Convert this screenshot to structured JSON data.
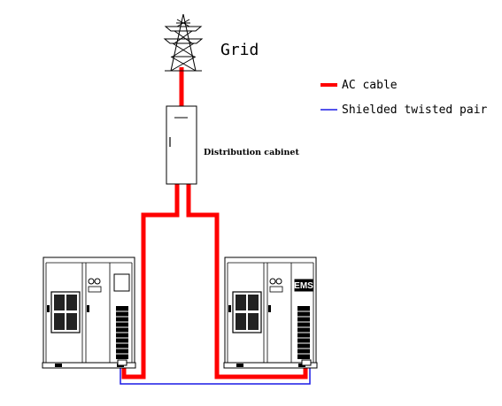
{
  "grid_label": "Grid",
  "cabinet_label": "Distribution cabinet",
  "legend": {
    "ac": {
      "label": "AC cable",
      "color": "#ff0000"
    },
    "stp": {
      "label": "Shielded twisted pair",
      "color": "#1a1ae6"
    }
  },
  "right_unit_badge": "EMS",
  "icons": {
    "tower": "transmission-tower-icon",
    "cabinet": "distribution-cabinet-icon",
    "unit": "energy-storage-cabinet-icon"
  }
}
